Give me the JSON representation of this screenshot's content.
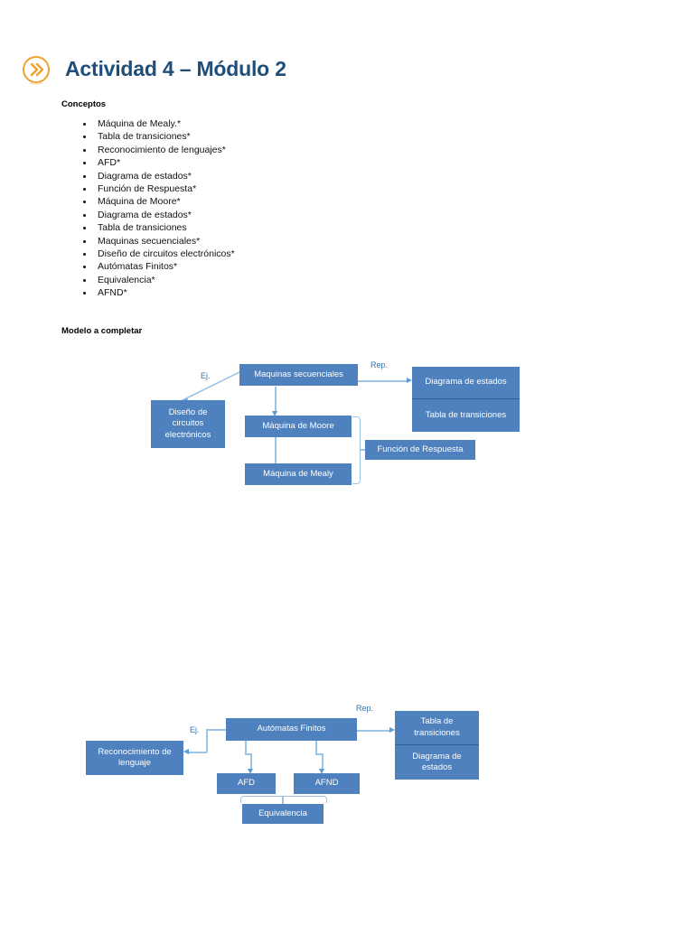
{
  "header": {
    "icon": "double-chevron-right-icon",
    "title": "Actividad 4 – Módulo 2",
    "title_color": "#1f4e79",
    "icon_color": "#f0a22e"
  },
  "sections": {
    "concepts_heading": "Conceptos",
    "model_heading": "Modelo a completar"
  },
  "concepts": [
    "Máquina de Mealy.*",
    "Tabla de transiciones*",
    "Reconocimiento de lenguajes*",
    "AFD*",
    "Diagrama de estados*",
    "Función de Respuesta*",
    "Máquina de Moore*",
    "Diagrama de estados*",
    "Tabla de transiciones",
    "Maquinas secuenciales*",
    "Diseño de circuitos electrónicos*",
    "Autómatas Finitos*",
    "Equivalencia*",
    "AFND*"
  ],
  "palette": {
    "node_fill": "#4e81bd",
    "node_text": "#ffffff",
    "connector": "#9dc3e6",
    "arrow": "#5b9bd5",
    "edge_label": "#2e75b6"
  },
  "diagram1": {
    "nodes": {
      "maquinas_secuenciales": "Maquinas secuenciales",
      "diseno_circuitos": "Diseño de circuitos electrónicos",
      "maquina_moore": "Máquina de Moore",
      "maquina_mealy": "Máquina de Mealy",
      "funcion_respuesta": "Función de Respuesta",
      "diagrama_estados": "Diagrama de estados",
      "tabla_transiciones": "Tabla de transiciones"
    },
    "edge_labels": {
      "ej": "Ej.",
      "rep": "Rep."
    }
  },
  "diagram2": {
    "nodes": {
      "automatas_finitos": "Autómatas Finitos",
      "reconocimiento_lenguaje": "Reconocimiento de lenguaje",
      "afd": "AFD",
      "afnd": "AFND",
      "equivalencia": "Equivalencia",
      "tabla_transiciones": "Tabla de transiciones",
      "diagrama_estados": "Diagrama de estados"
    },
    "edge_labels": {
      "ej": "Ej.",
      "rep": "Rep."
    }
  }
}
